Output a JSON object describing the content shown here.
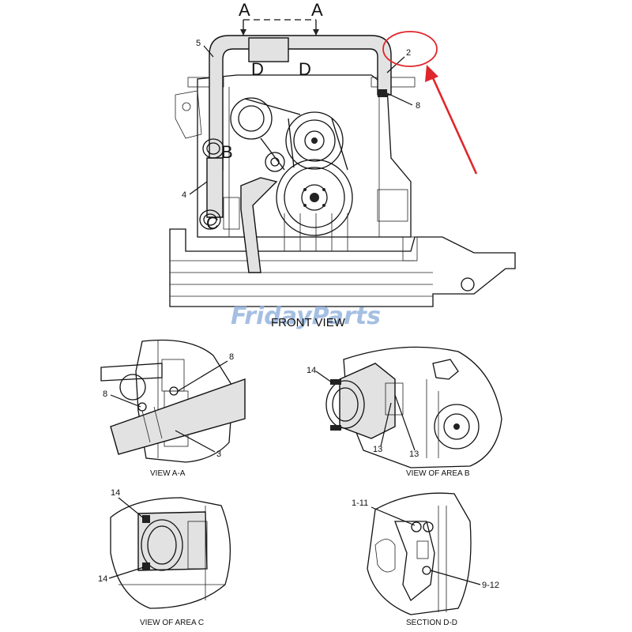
{
  "watermark": "FridayParts",
  "front_view": {
    "caption": "FRONT VIEW",
    "section_markers": [
      "A",
      "A"
    ],
    "view_letters": [
      "D",
      "D",
      "B",
      "C"
    ],
    "callouts": [
      "5",
      "2",
      "8",
      "4"
    ],
    "highlight_color": "#e0262b"
  },
  "view_aa": {
    "caption": "VIEW A-A",
    "callouts": [
      "8",
      "8",
      "3"
    ]
  },
  "view_area_b": {
    "caption": "VIEW OF AREA B",
    "callouts": [
      "14",
      "13",
      "13"
    ]
  },
  "view_area_c": {
    "caption": "VIEW OF AREA C",
    "callouts": [
      "14",
      "14"
    ]
  },
  "section_dd": {
    "caption": "SECTION D-D",
    "callouts": [
      "1-11",
      "9-12"
    ]
  }
}
